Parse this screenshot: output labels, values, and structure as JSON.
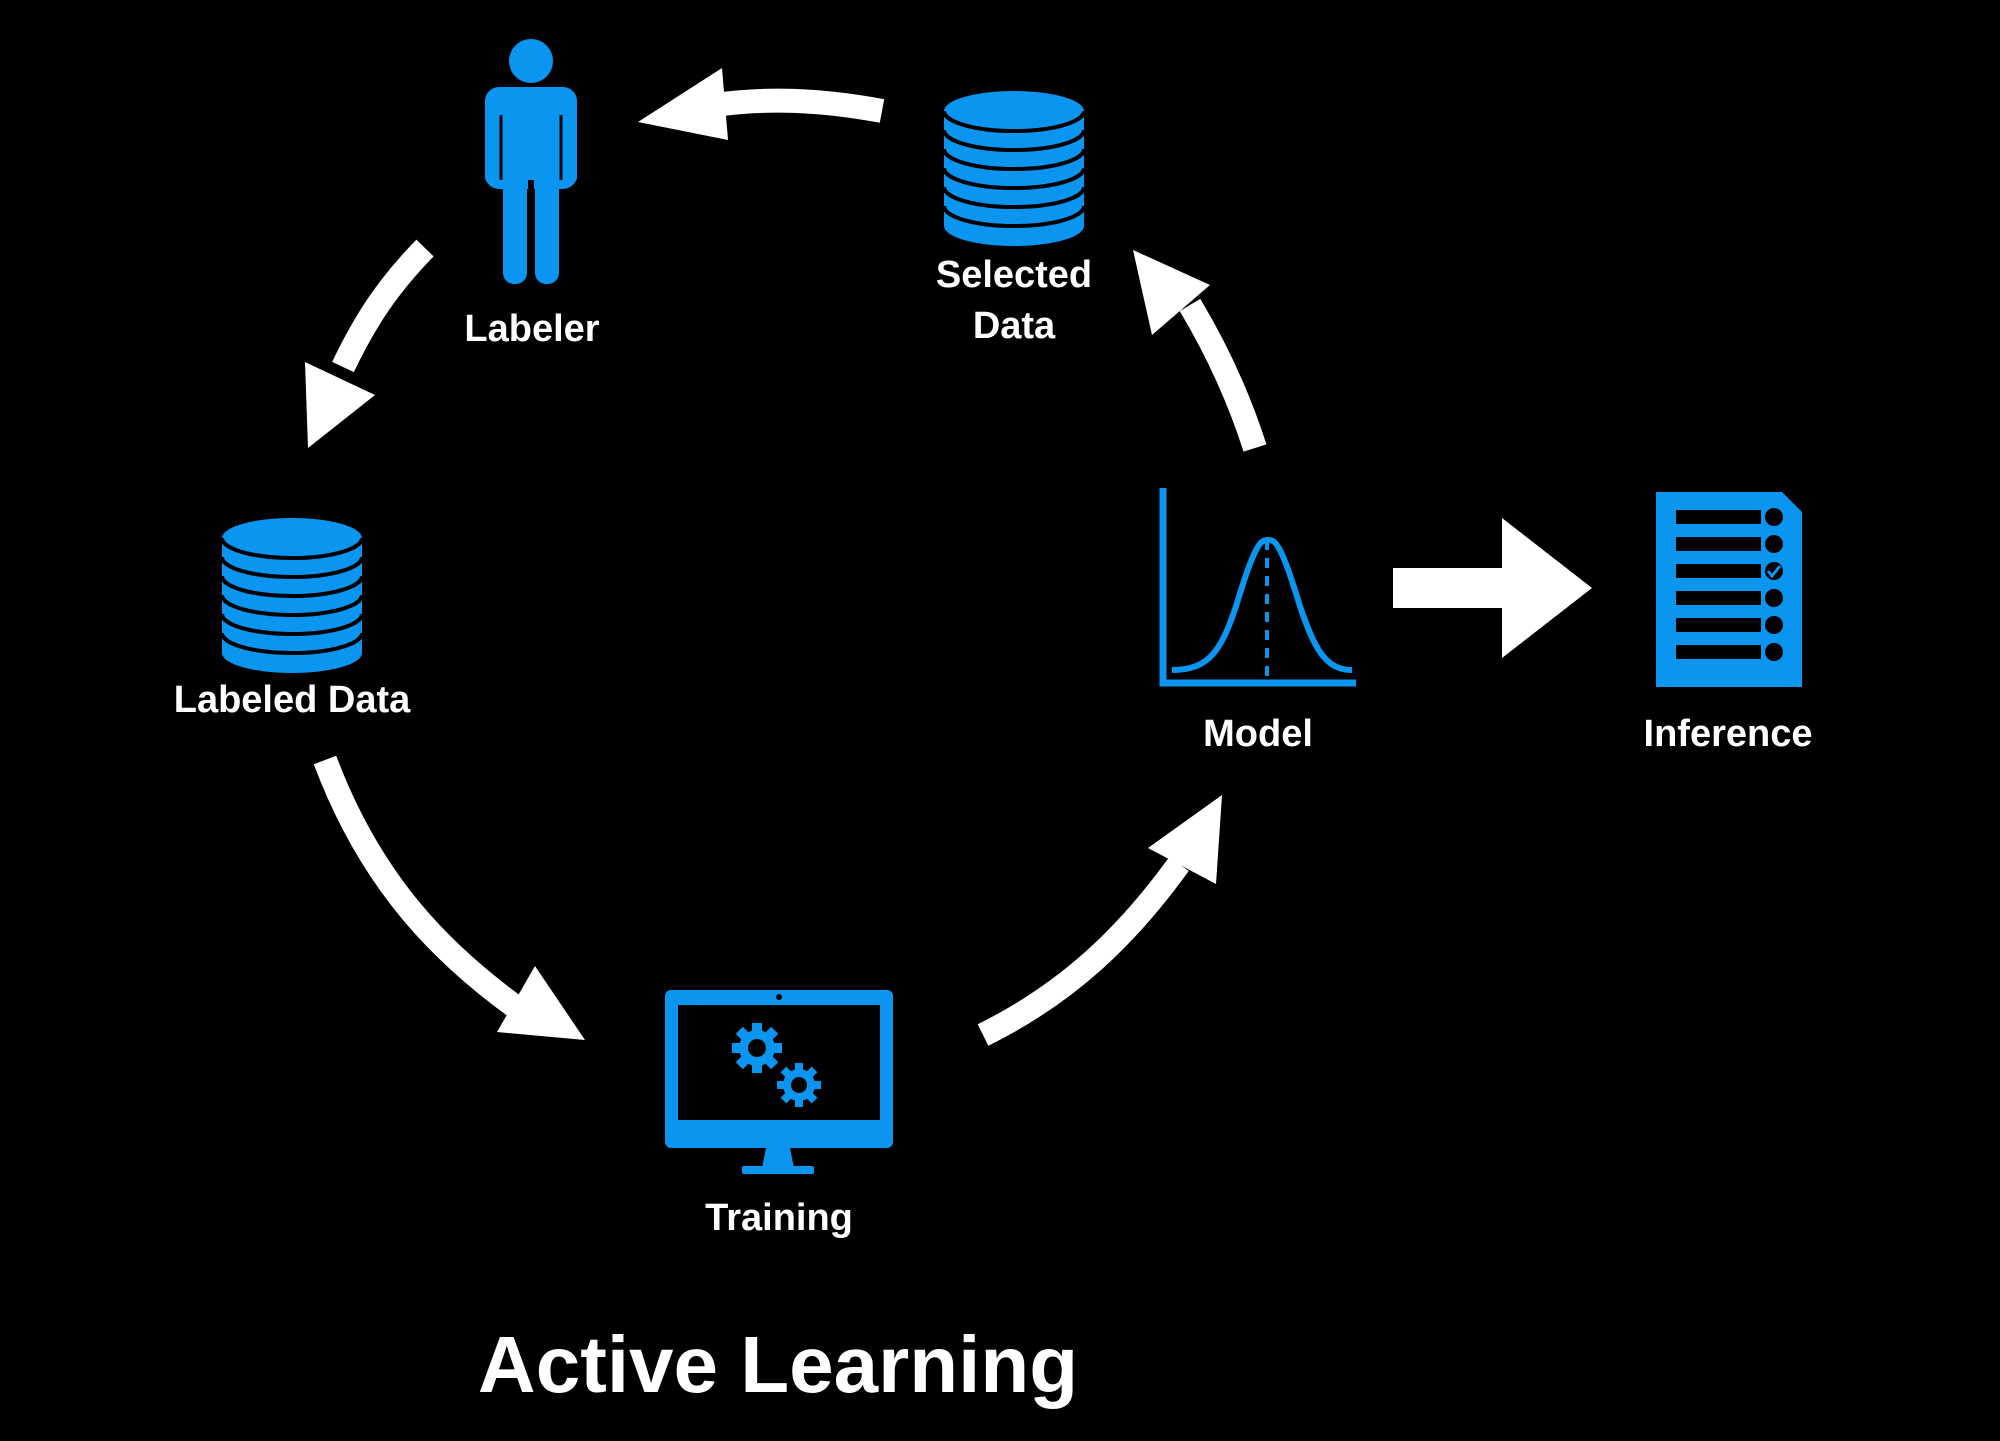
{
  "diagram": {
    "title": "Active Learning",
    "colors": {
      "background": "#000000",
      "icon": "#0a96f0",
      "arrow": "#ffffff",
      "text": "#ffffff"
    },
    "nodes": {
      "labeler": {
        "label": "Labeler",
        "icon": "person-icon"
      },
      "selected_data": {
        "label_line1": "Selected",
        "label_line2": "Data",
        "icon": "database-icon"
      },
      "labeled_data": {
        "label": "Labeled Data",
        "icon": "database-icon"
      },
      "model": {
        "label": "Model",
        "icon": "bell-curve-chart-icon"
      },
      "inference": {
        "label": "Inference",
        "icon": "checklist-document-icon"
      },
      "training": {
        "label": "Training",
        "icon": "monitor-gears-icon"
      }
    },
    "edges": [
      {
        "from": "Selected Data",
        "to": "Labeler"
      },
      {
        "from": "Labeler",
        "to": "Labeled Data"
      },
      {
        "from": "Labeled Data",
        "to": "Training"
      },
      {
        "from": "Training",
        "to": "Model"
      },
      {
        "from": "Model",
        "to": "Selected Data"
      },
      {
        "from": "Model",
        "to": "Inference"
      }
    ]
  }
}
